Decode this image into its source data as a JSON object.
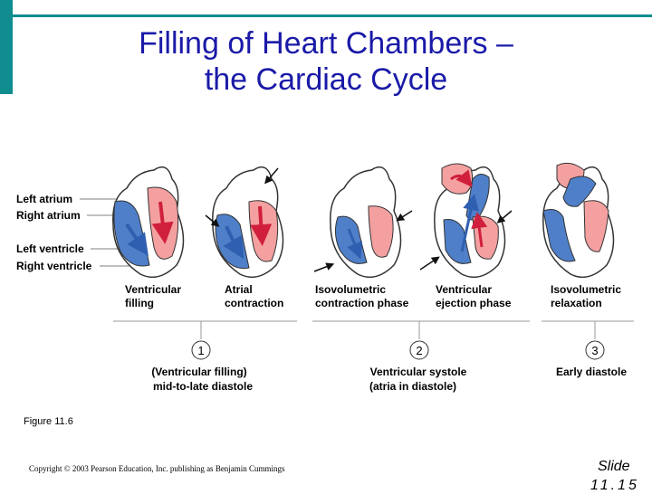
{
  "title": {
    "line1": "Filling of Heart Chambers –",
    "line2": "the Cardiac Cycle"
  },
  "left_labels": [
    "Left atrium",
    "Right atrium",
    "Left ventricle",
    "Right ventricle"
  ],
  "phases": [
    {
      "line1": "Ventricular",
      "line2": "filling"
    },
    {
      "line1": "Atrial",
      "line2": "contraction"
    },
    {
      "line1": "Isovolumetric",
      "line2": "contraction phase"
    },
    {
      "line1": "Ventricular",
      "line2": "ejection phase"
    },
    {
      "line1": "Isovolumetric",
      "line2": "relaxation"
    }
  ],
  "stages": [
    {
      "num": "1",
      "line1": "(Ventricular filling)",
      "line2": "mid-to-late diastole"
    },
    {
      "num": "2",
      "line1": "Ventricular systole",
      "line2": "(atria in diastole)"
    },
    {
      "num": "3",
      "line1": "Early diastole",
      "line2": ""
    }
  ],
  "figure_caption": "Figure 11.6",
  "copyright": "Copyright © 2003 Pearson Education, Inc. publishing as Benjamin Cummings",
  "slide": {
    "label": "Slide",
    "number": "11.15"
  },
  "colors": {
    "accent": "#0f8d8f",
    "title": "#1a1aa8",
    "oxygenated": "#f4a0a0",
    "deoxygenated": "#4f7fc8",
    "arrow_red": "#d01f3c",
    "arrow_blue": "#2f5fb0"
  }
}
